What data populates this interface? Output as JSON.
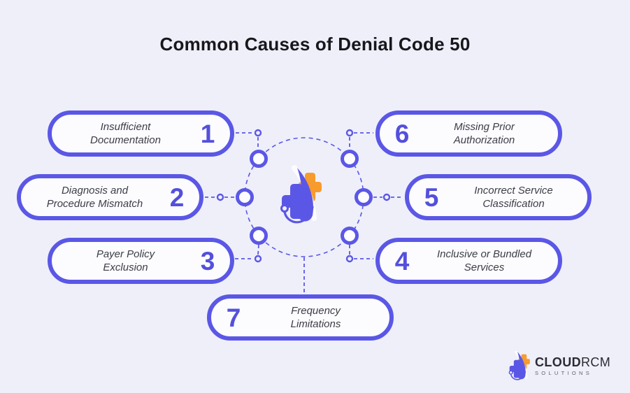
{
  "title": "Common Causes of Denial Code 50",
  "causes": [
    {
      "number": "1",
      "line1": "Insufficient",
      "line2": "Documentation"
    },
    {
      "number": "2",
      "line1": "Diagnosis and",
      "line2": "Procedure Mismatch"
    },
    {
      "number": "3",
      "line1": "Payer Policy",
      "line2": "Exclusion"
    },
    {
      "number": "4",
      "line1": "Inclusive or Bundled",
      "line2": "Services"
    },
    {
      "number": "5",
      "line1": "Incorrect Service",
      "line2": "Classification"
    },
    {
      "number": "6",
      "line1": "Missing Prior",
      "line2": "Authorization"
    },
    {
      "number": "7",
      "line1": "Frequency",
      "line2": "Limitations"
    }
  ],
  "brand": {
    "name_bold": "CLOUD",
    "name_light": "RCM",
    "tagline": "SOLUTIONS"
  },
  "colors": {
    "accent_purple": "#5b57e6",
    "number_purple": "#5450dc",
    "accent_orange": "#f89b2d",
    "background": "#efeffa",
    "pill_fill": "#fcfcff",
    "text_dark": "#3c3c46"
  },
  "icons": {
    "center": "medical-cross-stethoscope-logo-icon",
    "brand": "cloudrcm-logo-icon"
  }
}
